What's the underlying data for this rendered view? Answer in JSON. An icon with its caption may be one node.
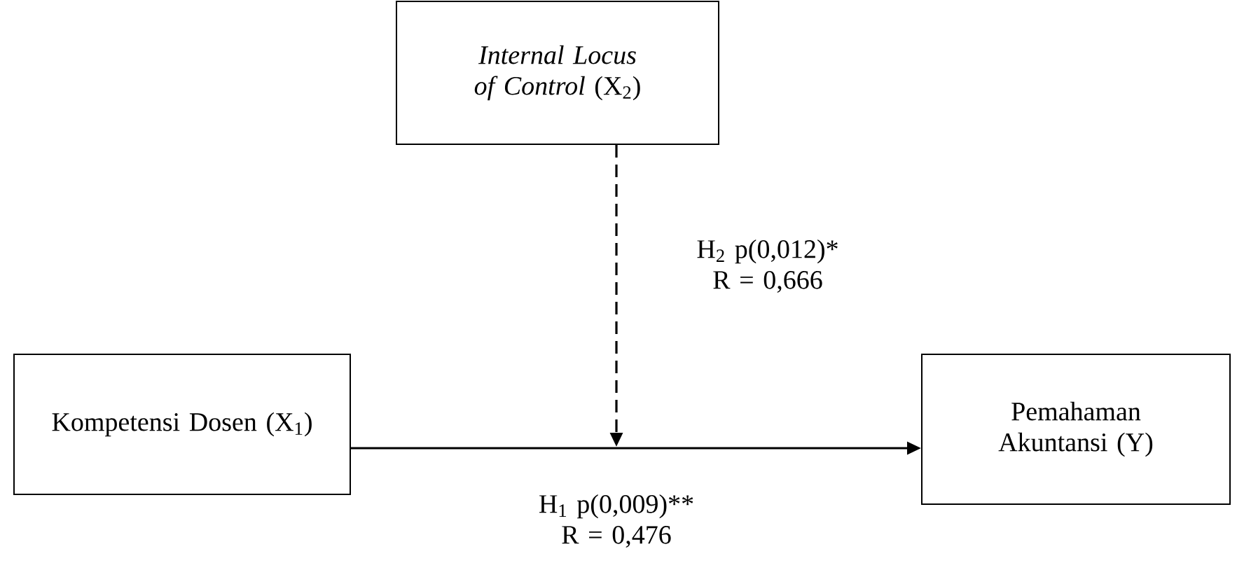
{
  "diagram": {
    "nodes": [
      {
        "text": [
          "*Internal Locus of Control* (X$_{2}$)"
        ]
      },
      {
        "text": [
          "Kompetensi Dosen (X$_{1}$)"
        ]
      },
      {
        "text": [
          "Pemahaman Akuntansi (Y)"
        ]
      }
    ],
    "edges": [
      {
        "from": 0,
        "to": null,
        "arrow": "to",
        "style": "dashed",
        "label": "H$_{2}$ p(0,012)* R = 0,666"
      },
      {
        "from": 1,
        "to": 2,
        "arrow": "to",
        "label": "H$_{1}$ p(0,009)** R = 0,476"
      }
    ]
  }
}
